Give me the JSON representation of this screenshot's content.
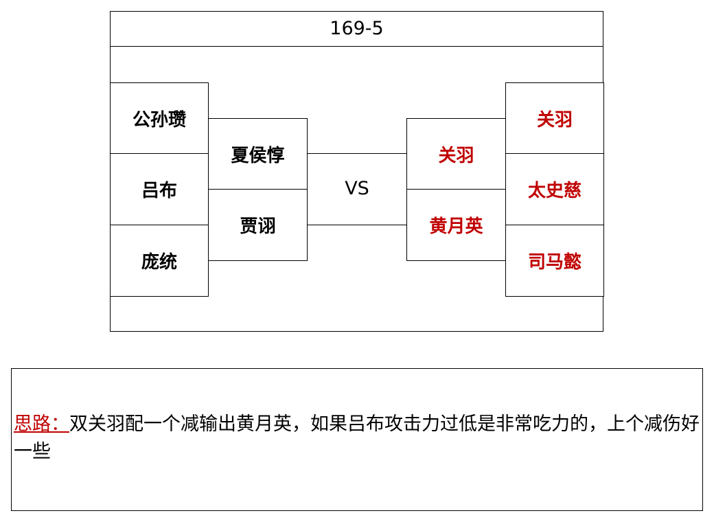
{
  "title": "169-5",
  "vs_label": "VS",
  "left_team": {
    "outer": [
      "公孙瓒",
      "吕布",
      "庞统"
    ],
    "inner": [
      "夏侯惇",
      "贾诩"
    ]
  },
  "right_team": {
    "inner": [
      "关羽",
      "黄月英"
    ],
    "outer": [
      "关羽",
      "太史慈",
      "司马懿"
    ]
  },
  "note": {
    "label": "思路：",
    "text": "双关羽配一个减输出黄月英，如果吕布攻击力过低是非常吃力的，上个减伤好一些"
  },
  "colors": {
    "accent_red": "#c00000",
    "border": "#000000"
  }
}
